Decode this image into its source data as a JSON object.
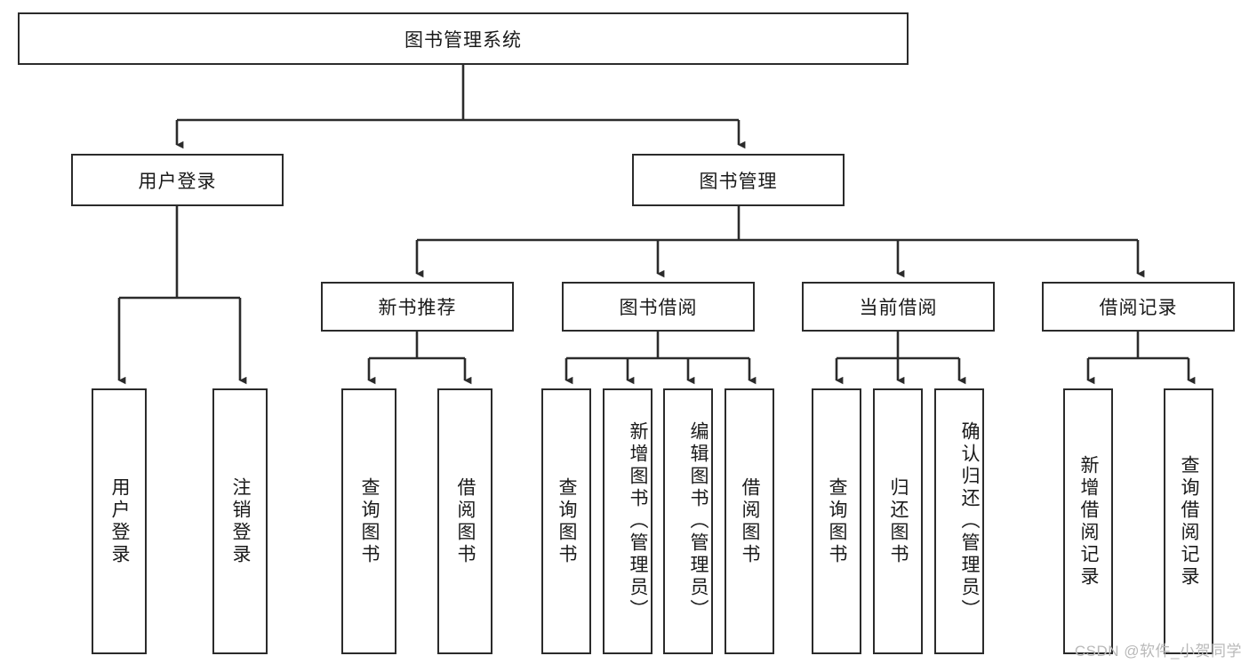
{
  "diagram": {
    "title": "图书管理系统",
    "root": {
      "label": "图书管理系统"
    },
    "level2": [
      {
        "label": "用户登录"
      },
      {
        "label": "图书管理"
      }
    ],
    "level3": [
      {
        "label": "新书推荐"
      },
      {
        "label": "图书借阅"
      },
      {
        "label": "当前借阅"
      },
      {
        "label": "借阅记录"
      }
    ],
    "leaves": {
      "user_login": [
        {
          "label": "用户登录"
        },
        {
          "label": "注销登录"
        }
      ],
      "new_book_recommend": [
        {
          "label": "查询图书"
        },
        {
          "label": "借阅图书"
        }
      ],
      "book_borrow": [
        {
          "label": "查询图书"
        },
        {
          "label": "新增图书（管理员）"
        },
        {
          "label": "编辑图书（管理员）"
        },
        {
          "label": "借阅图书"
        }
      ],
      "current_borrow": [
        {
          "label": "查询图书"
        },
        {
          "label": "归还图书"
        },
        {
          "label": "确认归还（管理员）"
        }
      ],
      "borrow_record": [
        {
          "label": "新增借阅记录"
        },
        {
          "label": "查询借阅记录"
        }
      ]
    }
  },
  "watermark": {
    "text": "CSDN @软件_小贺同学"
  },
  "colors": {
    "stroke": "#2b2b2b",
    "text": "#1a1a1a",
    "background": "#ffffff",
    "watermark": "#b9b9b9"
  }
}
